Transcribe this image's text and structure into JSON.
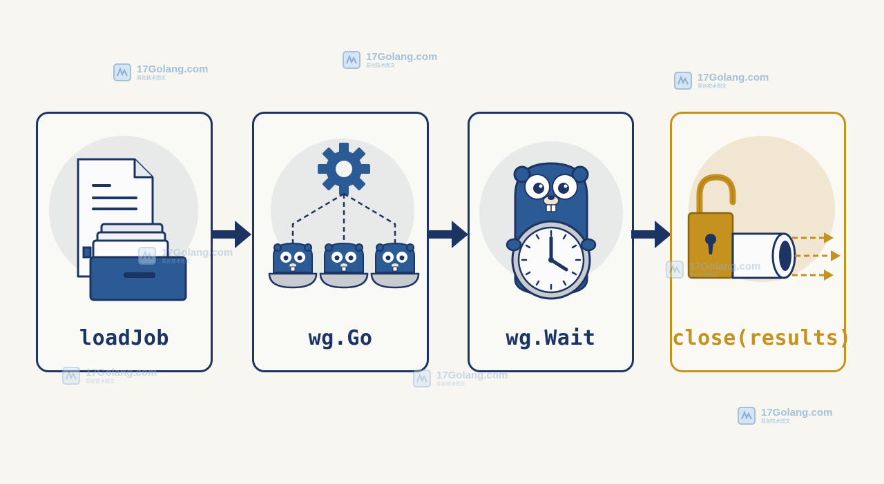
{
  "steps": [
    {
      "label": "loadJob",
      "icon": "file-cabinet-icon"
    },
    {
      "label": "wg.Go",
      "icon": "gear-gophers-icon"
    },
    {
      "label": "wg.Wait",
      "icon": "gopher-clock-icon"
    },
    {
      "label": "close(results)",
      "icon": "open-lock-pipe-icon"
    }
  ],
  "watermark": {
    "brand": "17Golang.com",
    "sub": "原创技术图文"
  },
  "colors": {
    "navy": "#1c3463",
    "blue": "#2b5a94",
    "gold": "#c5911f",
    "background": "#f7f6f1"
  }
}
